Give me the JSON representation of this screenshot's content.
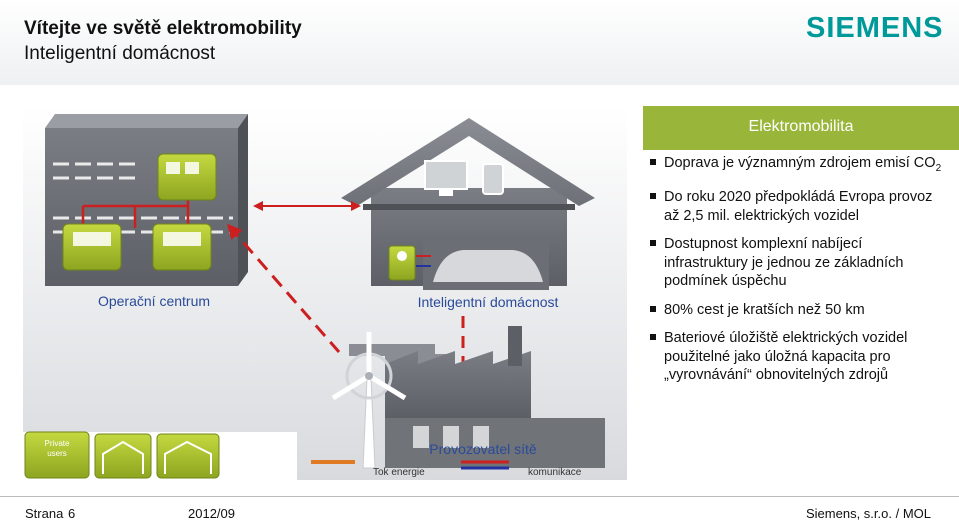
{
  "header": {
    "title_line1": "Vítejte ve světě elektromobility",
    "title_line2": "Inteligentní domácnost",
    "logo_text": "SIEMENS"
  },
  "diagram": {
    "operations_center_label": "Operační centrum",
    "smart_home_label": "Inteligentní domácnost",
    "grid_operator_label": "Provozovatel sítě",
    "private_users_label_1": "Private",
    "private_users_label_2": "users",
    "legend_energy_flow": "Tok energie",
    "legend_communication": "komunikace"
  },
  "panel": {
    "header": "Elektromobilita",
    "bullets": [
      {
        "text": "Doprava je významným zdrojem emisí CO",
        "sub": "2"
      },
      {
        "text": "Do roku 2020 předpokládá Evropa provoz až 2,5 mil. elektrických vozidel"
      },
      {
        "text": "Dostupnost komplexní nabíjecí infrastruktury je jednou ze základních podmínek úspěchu"
      },
      {
        "text": "80% cest je kratších než 50 km"
      },
      {
        "text": "Bateriové úložiště elektrických vozidel použitelné jako úložná kapacita pro „vyrovnávání“ obnovitelných zdrojů"
      }
    ]
  },
  "footer": {
    "page_label": "Strana",
    "page_number": "6",
    "date": "2012/09",
    "company": "Siemens, s.r.o. / MOL"
  },
  "colors": {
    "accent_green": "#99b53a",
    "siemens_teal": "#009999",
    "energy_red": "#cc1f1f",
    "communication_blue": "#2233a0"
  }
}
